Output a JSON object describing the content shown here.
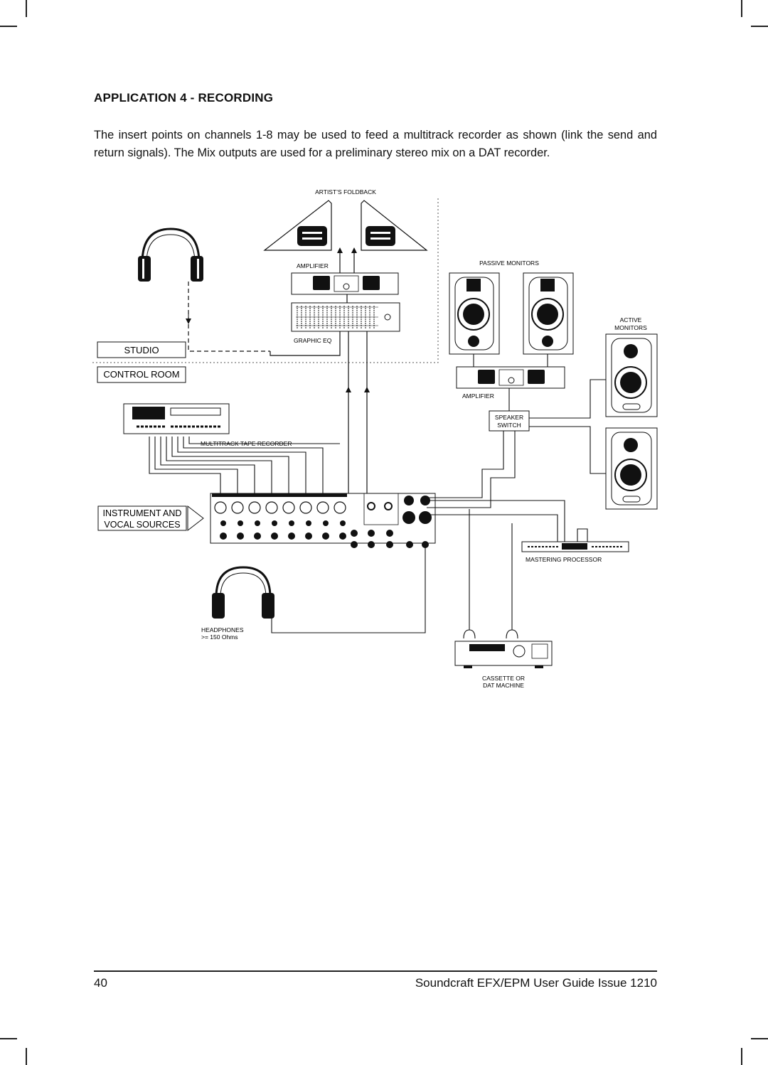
{
  "section_heading": "APPLICATION 4 - RECORDING",
  "intro": {
    "line1": "The insert points on channels 1-8 may be used to feed a multitrack recorder as shown (link the send and",
    "line2": "return signals). The Mix outputs are used for a preliminary stereo mix on a DAT recorder."
  },
  "diagram": {
    "artists_foldback": "ARTIST’S FOLDBACK",
    "amplifier_top": "AMPLIFIER",
    "graphic_eq": "GRAPHIC EQ",
    "passive_monitors": "PASSIVE MONITORS",
    "active_monitors_1": "ACTIVE",
    "active_monitors_2": "MONITORS",
    "amplifier_right": "AMPLIFIER",
    "speaker_switch_1": "SPEAKER",
    "speaker_switch_2": "SWITCH",
    "studio": "STUDIO",
    "control_room": "CONTROL ROOM",
    "multitrack": "MULTITRACK TAPE RECORDER",
    "instrument_1": "INSTRUMENT AND",
    "instrument_2": "VOCAL SOURCES",
    "mastering": "MASTERING PROCESSOR",
    "headphones_1": "HEADPHONES",
    "headphones_2": ">= 150 Ohms",
    "dat_1": "CASSETTE OR",
    "dat_2": "DAT MACHINE"
  },
  "footer": {
    "page_number": "40",
    "title": "Soundcraft EFX/EPM User Guide Issue 1210"
  }
}
